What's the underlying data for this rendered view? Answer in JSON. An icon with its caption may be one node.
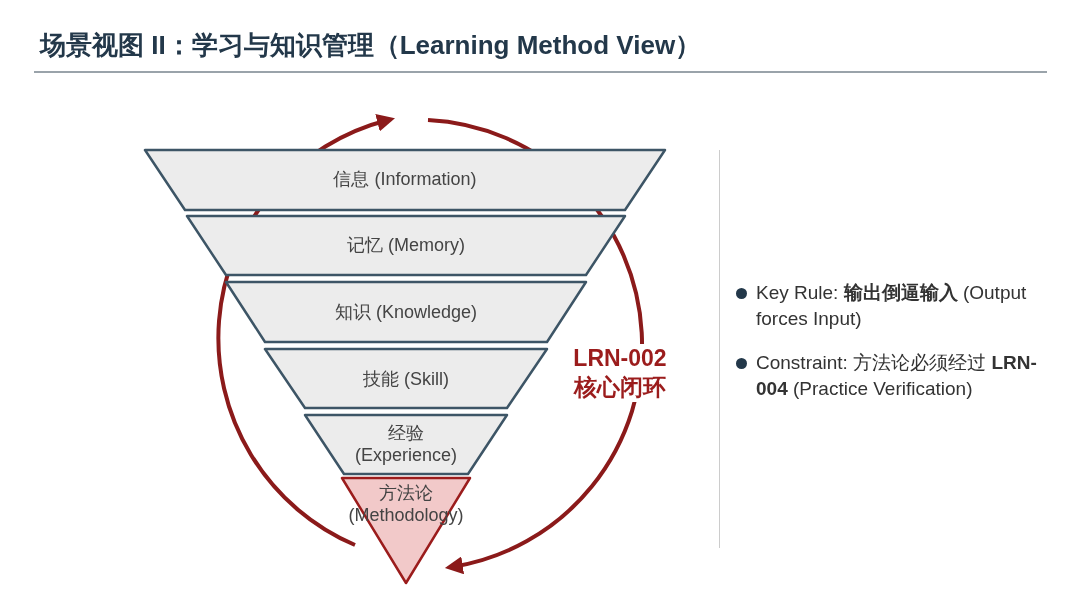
{
  "diagram": {
    "title": "场景视图 II：学习与知识管理（Learning Method View）",
    "nodes": [
      {
        "text": [
          "信息 (Information)"
        ]
      },
      {
        "text": [
          "记忆 (Memory)"
        ]
      },
      {
        "text": [
          "知识 (Knowledge)"
        ]
      },
      {
        "text": [
          "技能 (Skill)"
        ]
      },
      {
        "text": [
          "经验 (Experience)"
        ]
      },
      {
        "text": [
          "方法论 (Methodology)"
        ]
      }
    ],
    "edges": [],
    "labels": [
      "LRN-002 核心闭环",
      "Key Rule: **输出倒逼输入** (Output forces Input)",
      "Constraint: 方法论必须经过 **LRN-004** (Practice Verification)"
    ]
  }
}
